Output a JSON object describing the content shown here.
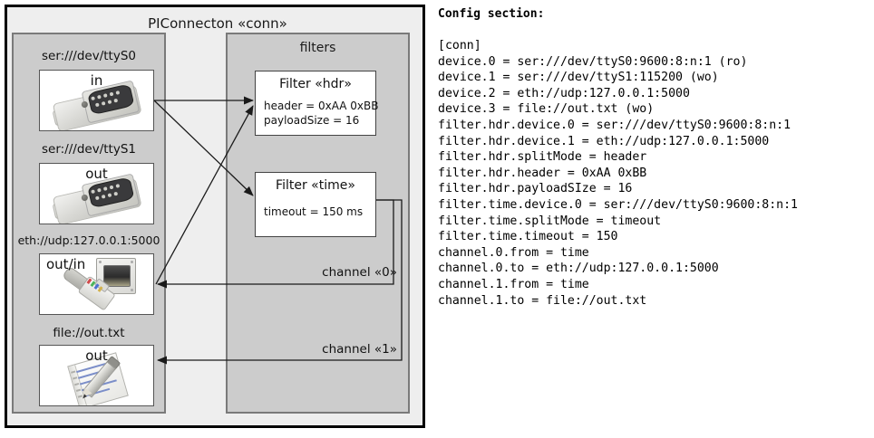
{
  "diagram": {
    "title": "PIConnecton «conn»",
    "devices_panel": {
      "name": "devices",
      "items": [
        {
          "label": "ser:///dev/ttyS0",
          "direction": "in",
          "icon": "serial-db9-icon"
        },
        {
          "label": "ser:///dev/ttyS1",
          "direction": "out",
          "icon": "serial-db9-icon"
        },
        {
          "label": "eth://udp:127.0.0.1:5000",
          "direction": "out/in",
          "icon": "ethernet-rj45-icon"
        },
        {
          "label": "file://out.txt",
          "direction": "out",
          "icon": "file-notepad-icon"
        }
      ]
    },
    "filters_panel": {
      "title": "filters",
      "filters": [
        {
          "title": "Filter «hdr»",
          "attrs": [
            "header = 0xAA 0xBB",
            "payloadSize = 16"
          ]
        },
        {
          "title": "Filter «time»",
          "attrs": [
            "timeout = 150 ms"
          ]
        }
      ],
      "channels": [
        "channel «0»",
        "channel «1»"
      ]
    }
  },
  "config": {
    "heading": "Config section:",
    "lines": [
      "[conn]",
      "device.0 = ser:///dev/ttyS0:9600:8:n:1 (ro)",
      "device.1 = ser:///dev/ttyS1:115200 (wo)",
      "device.2 = eth://udp:127.0.0.1:5000",
      "device.3 = file://out.txt (wo)",
      "filter.hdr.device.0 = ser:///dev/ttyS0:9600:8:n:1",
      "filter.hdr.device.1 = eth://udp:127.0.0.1:5000",
      "filter.hdr.splitMode = header",
      "filter.hdr.header = 0xAA 0xBB",
      "filter.hdr.payloadSIze = 16",
      "filter.time.device.0 = ser:///dev/ttyS0:9600:8:n:1",
      "filter.time.splitMode = timeout",
      "filter.time.timeout = 150",
      "channel.0.from = time",
      "channel.0.to = eth://udp:127.0.0.1:5000",
      "channel.1.from = time",
      "channel.1.to = file://out.txt"
    ]
  },
  "colors": {
    "frame_border": "#000000",
    "outer_fill": "#eeeeee",
    "panel_fill": "#cccccc",
    "panel_border": "#7a7a7a",
    "box_fill": "#ffffff",
    "link_stroke": "#1a1a1a"
  }
}
